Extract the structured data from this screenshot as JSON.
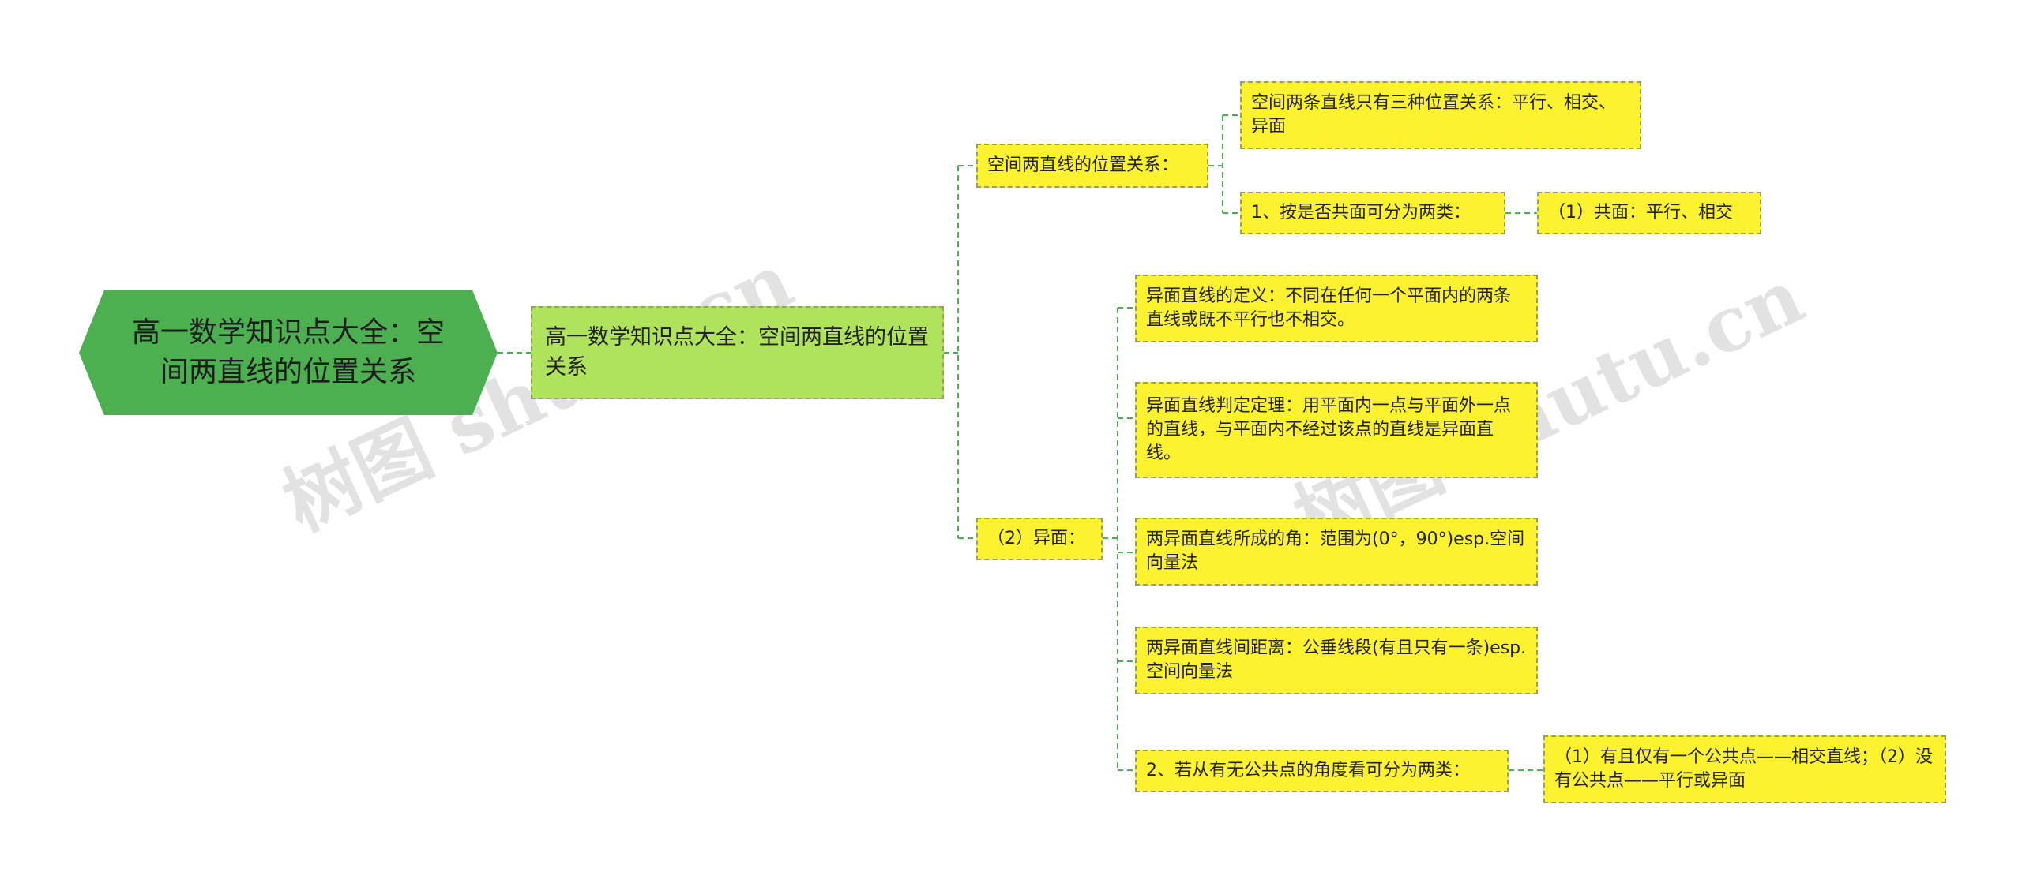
{
  "root": {
    "label": "高一数学知识点大全：空间两直线的位置关系"
  },
  "level1": {
    "label": "高一数学知识点大全：空间两直线的位置关系"
  },
  "branch_position": {
    "label": "空间两直线的位置关系：",
    "item_three_relations": "空间两条直线只有三种位置关系：平行、相交、异面",
    "item_classify_coplanar": "1、按是否共面可分为两类：",
    "item_coplanar_leaf": "（1）共面：平行、相交"
  },
  "branch_skew": {
    "label": "（2）异面：",
    "definition": "异面直线的定义：不同在任何一个平面内的两条直线或既不平行也不相交。",
    "theorem": "异面直线判定定理：用平面内一点与平面外一点的直线，与平面内不经过该点的直线是异面直线。",
    "angle": "两异面直线所成的角：范围为(0°，90°)esp.空间向量法",
    "distance": "两异面直线间距离：公垂线段(有且只有一条)esp.空间向量法",
    "classify_common_point": "2、若从有无公共点的角度看可分为两类：",
    "common_point_leaf": "（1）有且仅有一个公共点——相交直线；（2）没有公共点——平行或异面"
  },
  "watermark": {
    "text1": "树图 shutu.cn",
    "text2": "树图 shutu.cn"
  },
  "colors": {
    "root_fill": "#4caf50",
    "level1_fill": "#b0e35c",
    "leaf_fill": "#fdf22f",
    "connector": "#4caf50"
  }
}
